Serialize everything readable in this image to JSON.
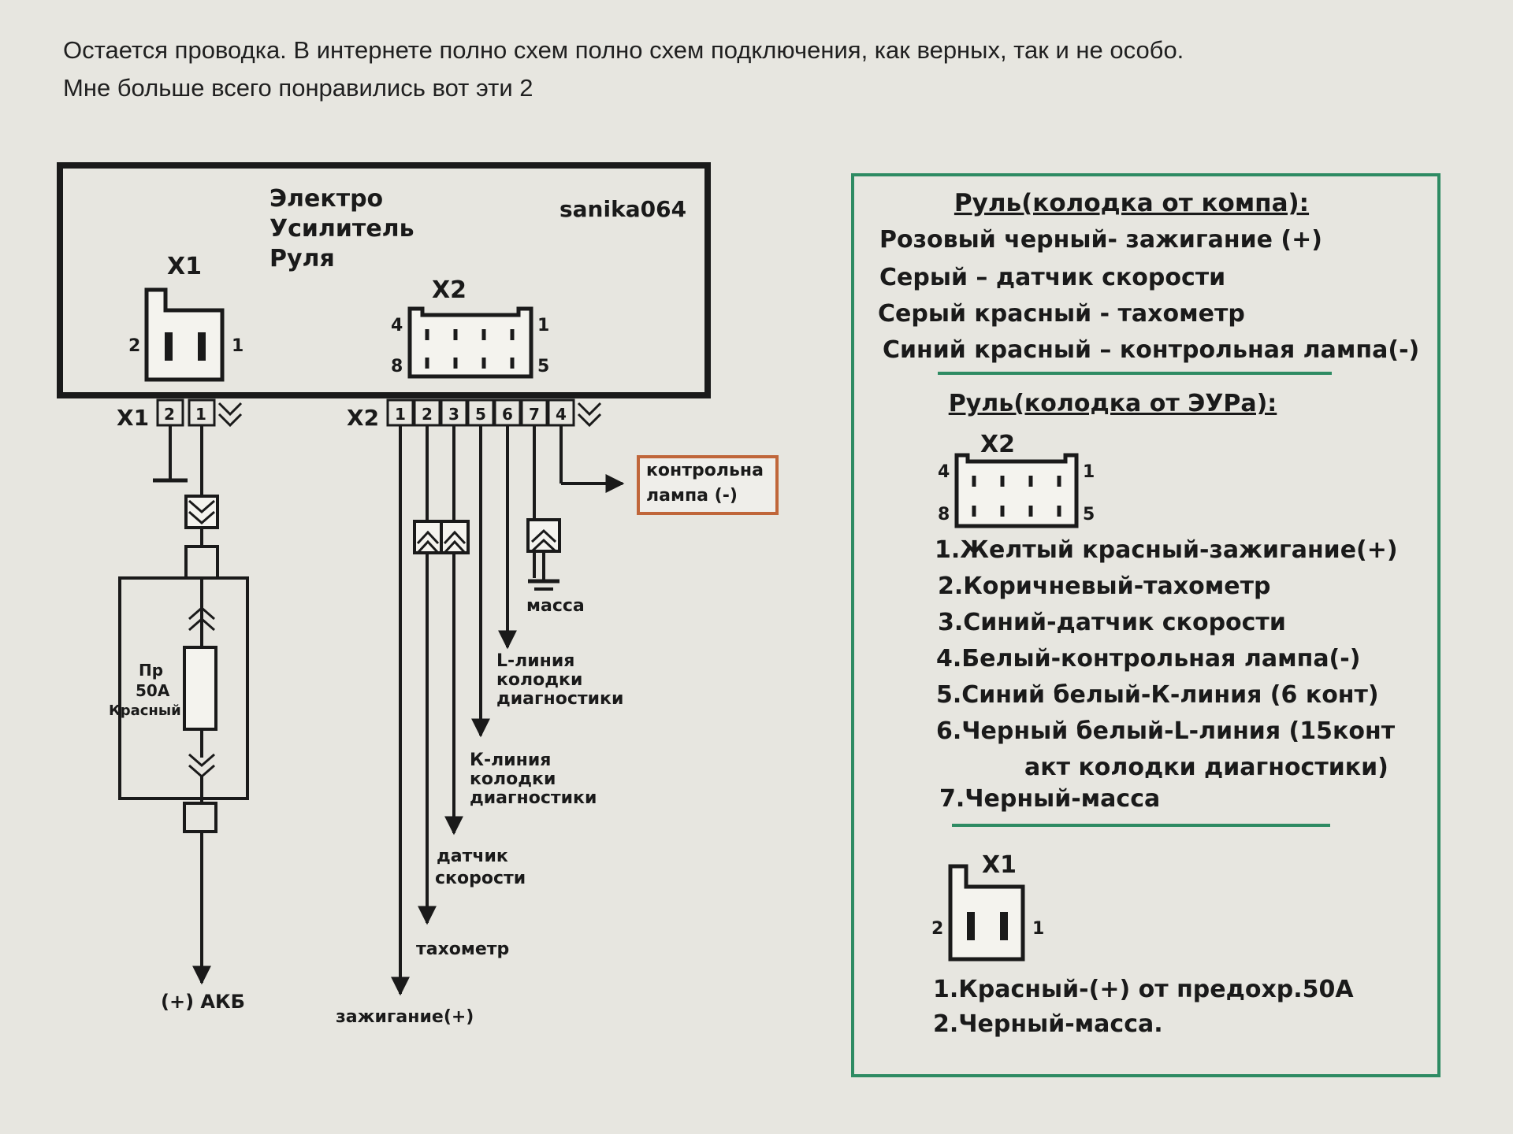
{
  "intro": {
    "line1": "Остается проводка. В интернете полно схем полно схем подключения, как верных, так и не особо.",
    "line2": "Мне больше всего понравились вот эти 2"
  },
  "diagram": {
    "unit_line1": "Электро",
    "unit_line2": "Усилитель",
    "unit_line3": "Руля",
    "author": "sanika064",
    "x1_label": "X1",
    "x2_label": "X2",
    "x1_pin_left": "2",
    "x1_pin_right": "1",
    "x2_pin_4": "4",
    "x2_pin_1": "1",
    "x2_pin_8": "8",
    "x2_pin_5": "5",
    "x1_strip_label": "X1",
    "x1_strip_pins": [
      "2",
      "1"
    ],
    "x2_strip_label": "X2",
    "x2_strip_pins": [
      "1",
      "2",
      "3",
      "5",
      "6",
      "7",
      "4"
    ],
    "fuse_line1": "Пр",
    "fuse_line2": "50А",
    "fuse_line3": "Красный",
    "lamp_line1": "контрольна",
    "lamp_line2": "лампа (-)",
    "ground_label": "масса",
    "l_line1": "L-линия",
    "l_line2": "колодки",
    "l_line3": "диагностики",
    "k_line1": "К-линия",
    "k_line2": "колодки",
    "k_line3": "диагностики",
    "speed_line1": "датчик",
    "speed_line2": "скорости",
    "tacho": "тахометр",
    "ignition": "зажигание(+)",
    "battery": "(+) АКБ"
  },
  "legend": {
    "heading1": "Руль(колодка от компа):",
    "comp_items": [
      "Розовый черный- зажигание (+)",
      "Серый – датчик скорости",
      "Серый красный - тахометр",
      "Синий красный – контрольная  лампа(-)"
    ],
    "heading2": "Руль(колодка от ЭУРа):",
    "x2_label": "X2",
    "x2_pin_4": "4",
    "x2_pin_1": "1",
    "x2_pin_8": "8",
    "x2_pin_5": "5",
    "eur_items": [
      "1.Желтый красный-зажигание(+)",
      "2.Коричневый-тахометр",
      "3.Синий-датчик скорости",
      "4.Белый-контрольная лампа(-)",
      "5.Синий белый-К-линия  (6 конт)",
      "6.Черный белый-L-линия (15конт",
      "акт колодки диагностики)",
      "7.Черный-масса"
    ],
    "x1_label": "X1",
    "x1_pin_left": "2",
    "x1_pin_right": "1",
    "x1_items": [
      "1.Красный-(+) от предохр.50А",
      "2.Черный-масса."
    ]
  },
  "colors": {
    "legend_border": "#2e8b63",
    "legend_divider": "#2e8b63",
    "lamp_box_border": "#c0663a",
    "ink": "#1a1a1a"
  }
}
